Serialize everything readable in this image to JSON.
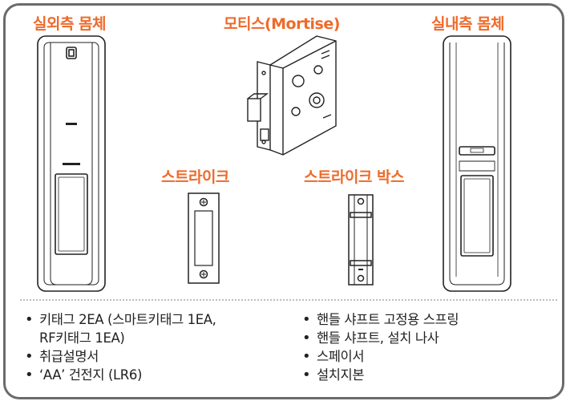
{
  "labels": {
    "exterior_body": "실외측 몸체",
    "mortise": "모티스(Mortise)",
    "interior_body": "실내측 몸체",
    "strike": "스트라이크",
    "strike_box": "스트라이크 박스"
  },
  "left_list": [
    "키태그 2EA (스마트키태그 1EA,",
    "RF키태그 1EA)",
    "취급설명서",
    "‘AA’ 건전지 (LR6)"
  ],
  "right_list": [
    "핸들 샤프트 고정용 스프링",
    "핸들 샤프트, 설치 나사",
    "스페이서",
    "설치지본"
  ]
}
